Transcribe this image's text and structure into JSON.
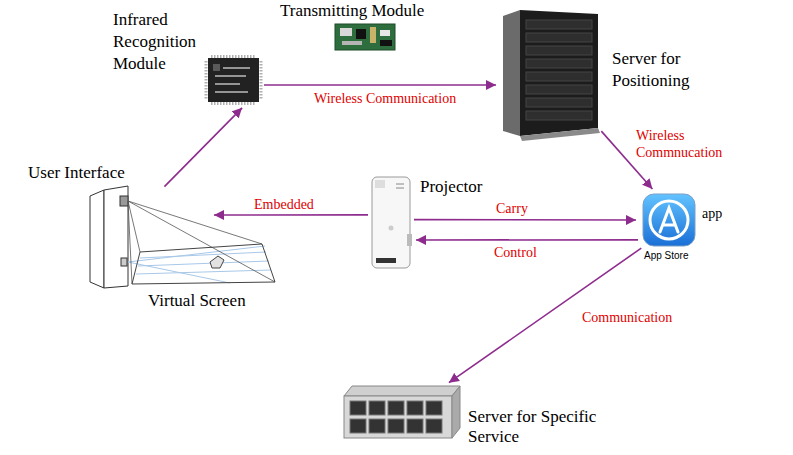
{
  "diagram": {
    "nodes": [
      {
        "text": [
          "Infrared Recognition Module"
        ]
      },
      {
        "text": [
          "Transmitting Module"
        ]
      },
      {
        "text": [
          "Server for Positioning"
        ]
      },
      {
        "text": [
          "User Interface"
        ]
      },
      {
        "text": [
          "Projector"
        ]
      },
      {
        "text": [
          "app",
          "App Store"
        ]
      },
      {
        "text": [
          "Server for Specific Service"
        ]
      }
    ],
    "edges": [
      {
        "from": 3,
        "to": 0,
        "arrow": "to"
      },
      {
        "from": 0,
        "to": 2,
        "arrow": "to",
        "label": "Wireless Communication"
      },
      {
        "from": 2,
        "to": 5,
        "arrow": "to",
        "label": "Wireless Commnucation"
      },
      {
        "from": 4,
        "to": 3,
        "arrow": "to",
        "label": "Embedded"
      },
      {
        "from": 4,
        "to": 5,
        "arrow": "to",
        "label": "Carry"
      },
      {
        "from": 5,
        "to": 4,
        "arrow": "to",
        "label": "Control"
      },
      {
        "from": 5,
        "to": 6,
        "arrow": "to",
        "label": "Communication"
      }
    ],
    "labels": [
      "Virtual Screen"
    ]
  }
}
